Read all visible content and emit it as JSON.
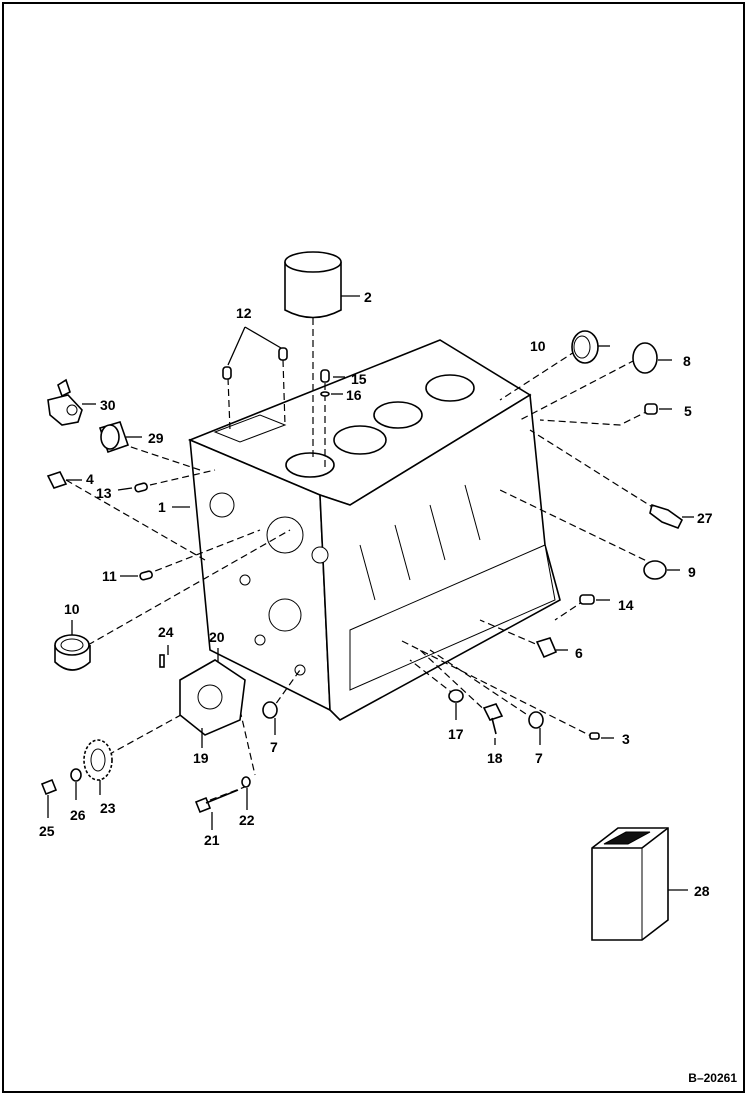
{
  "drawing_number": "B–20261",
  "callouts": {
    "c1": "1",
    "c2": "2",
    "c3": "3",
    "c4": "4",
    "c5": "5",
    "c6": "6",
    "c7a": "7",
    "c7b": "7",
    "c8": "8",
    "c9": "9",
    "c10a": "10",
    "c10b": "10",
    "c11": "11",
    "c12": "12",
    "c13": "13",
    "c14": "14",
    "c15": "15",
    "c16": "16",
    "c17": "17",
    "c18": "18",
    "c19": "19",
    "c20": "20",
    "c21": "21",
    "c22": "22",
    "c23": "23",
    "c24": "24",
    "c25": "25",
    "c26": "26",
    "c27": "27",
    "c28": "28",
    "c29": "29",
    "c30": "30"
  },
  "colors": {
    "ink": "#000000",
    "paper": "#ffffff"
  }
}
